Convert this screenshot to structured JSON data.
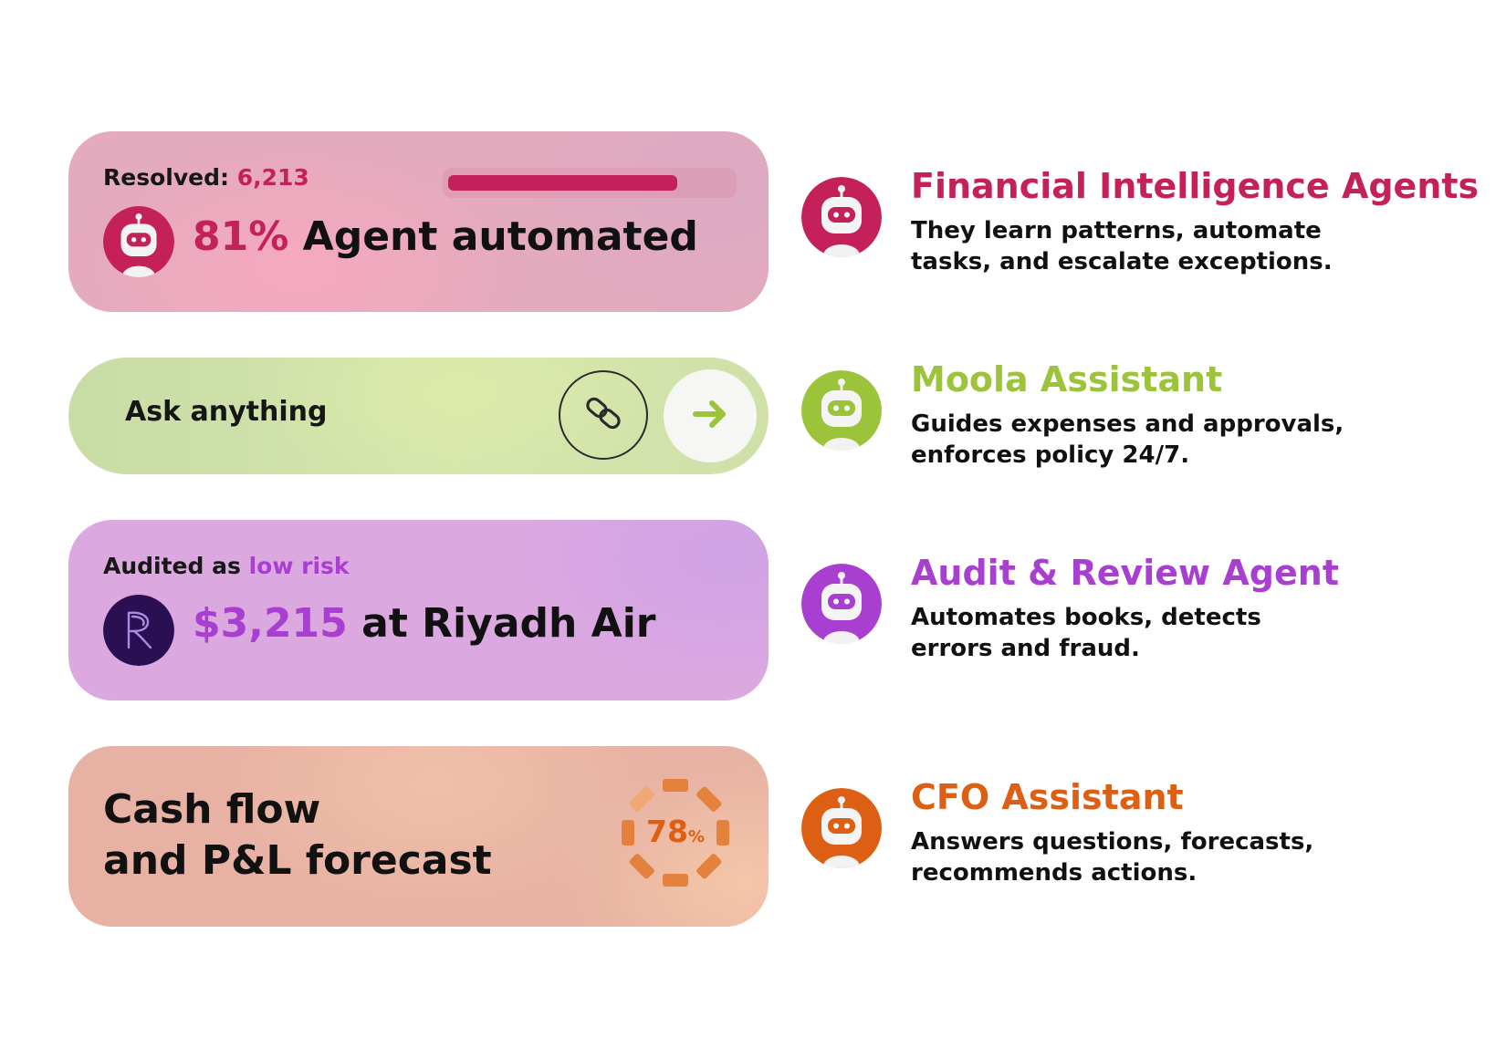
{
  "colors": {
    "magenta": "#c4215a",
    "green": "#9cc43a",
    "purple": "#a83fd0",
    "orange": "#dd5f14"
  },
  "cards": {
    "resolved": {
      "label": "Resolved:",
      "count": "6,213",
      "percent": "81%",
      "text": "Agent automated",
      "progress_fraction": 0.81,
      "avatar_icon": "robot-icon"
    },
    "ask": {
      "placeholder": "Ask anything",
      "attach_icon": "link-icon",
      "submit_icon": "arrow-right-icon"
    },
    "audit": {
      "label": "Audited as",
      "risk": "low risk",
      "amount": "$3,215",
      "text": "at Riyadh Air",
      "merchant_icon": "riyadh-air-logo"
    },
    "cash": {
      "line1": "Cash flow",
      "line2": "and P&L forecast",
      "gauge_value": "78",
      "gauge_unit": "%",
      "gauge_fraction": 0.78
    }
  },
  "agents": [
    {
      "title": "Financial Intelligence Agents",
      "desc_line1": "They learn patterns, automate",
      "desc_line2": "tasks, and escalate exceptions.",
      "icon": "robot-icon",
      "color": "#c4215a"
    },
    {
      "title": "Moola Assistant",
      "desc_line1": "Guides expenses and approvals,",
      "desc_line2": "enforces policy 24/7.",
      "icon": "robot-icon",
      "color": "#9cc43a"
    },
    {
      "title": "Audit & Review Agent",
      "desc_line1": "Automates books, detects",
      "desc_line2": "errors and fraud.",
      "icon": "robot-icon",
      "color": "#a83fd0"
    },
    {
      "title": "CFO Assistant",
      "desc_line1": "Answers questions, forecasts,",
      "desc_line2": "recommends actions.",
      "icon": "robot-icon",
      "color": "#dd5f14"
    }
  ]
}
